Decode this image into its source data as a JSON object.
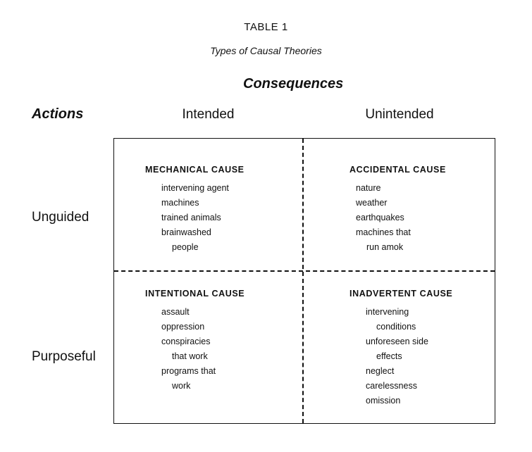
{
  "header": {
    "table_label": "TABLE 1",
    "subtitle": "Types of Causal Theories"
  },
  "axes": {
    "columns_title": "Consequences",
    "rows_title": "Actions",
    "columns": [
      "Intended",
      "Unintended"
    ],
    "rows": [
      "Unguided",
      "Purposeful"
    ]
  },
  "cells": {
    "mechanical": {
      "title": "MECHANICAL CAUSE",
      "items": [
        "intervening agent",
        "machines",
        "trained animals",
        "brainwashed",
        "people"
      ]
    },
    "accidental": {
      "title": "ACCIDENTAL CAUSE",
      "items": [
        "nature",
        "weather",
        "earthquakes",
        "machines that",
        "run amok"
      ]
    },
    "intentional": {
      "title": "INTENTIONAL CAUSE",
      "items": [
        "assault",
        "oppression",
        "conspiracies",
        "that work",
        "programs that",
        "work"
      ]
    },
    "inadvertent": {
      "title": "INADVERTENT CAUSE",
      "items": [
        "intervening",
        "conditions",
        "unforeseen side",
        "effects",
        "neglect",
        "carelessness",
        "omission"
      ]
    }
  }
}
